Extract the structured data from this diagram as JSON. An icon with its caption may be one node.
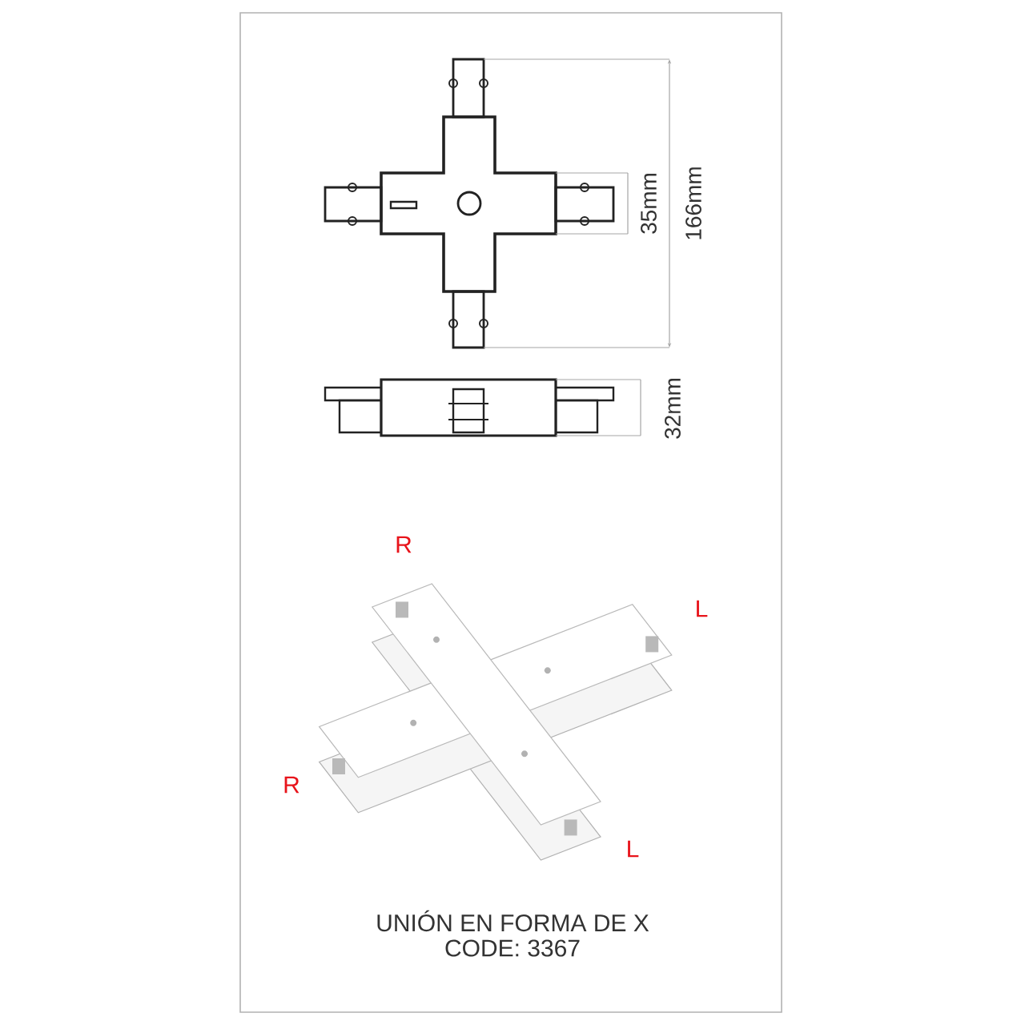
{
  "diagram": {
    "caption": "UNIÓN EN FORMA DE X",
    "labels": [
      "35mm",
      "166mm",
      "32mm",
      "R",
      "L",
      "R",
      "L",
      "CODE: 3367"
    ]
  }
}
